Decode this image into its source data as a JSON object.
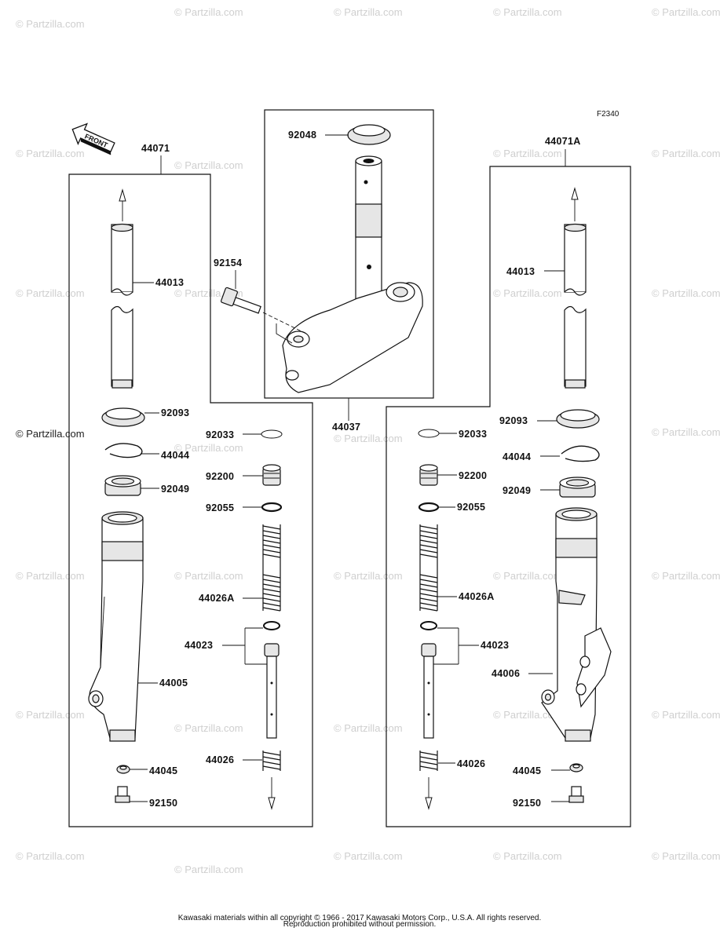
{
  "figure_code": "F2340",
  "direction_label": "FRONT",
  "watermark": "© Partzilla.com",
  "copyright_line1": "Kawasaki materials within all copyright © 1966 - 2017 Kawasaki Motors Corp., U.S.A. All rights reserved.",
  "copyright_line2": "Reproduction prohibited without permission.",
  "labels": {
    "l_44071": "44071",
    "l_44013": "44013",
    "l_92093": "92093",
    "l_44044": "44044",
    "l_92049": "92049",
    "l_44005": "44005",
    "l_44045": "44045",
    "l_92150": "92150",
    "l_92048": "92048",
    "l_92154": "92154",
    "l_44037": "44037",
    "l_92033_l": "92033",
    "l_92200_l": "92200",
    "l_92055_l": "92055",
    "l_44026A_l": "44026A",
    "l_44023_l": "44023",
    "l_44026_l": "44026",
    "l_44071A": "44071A",
    "l_44013_r": "44013",
    "l_92093_r": "92093",
    "l_44044_r": "44044",
    "l_92049_r": "92049",
    "l_44006": "44006",
    "l_44045_r": "44045",
    "l_92150_r": "92150",
    "l_92033_r": "92033",
    "l_92200_r": "92200",
    "l_92055_r": "92055",
    "l_44026A_r": "44026A",
    "l_44023_r": "44023",
    "l_44026_r": "44026"
  }
}
